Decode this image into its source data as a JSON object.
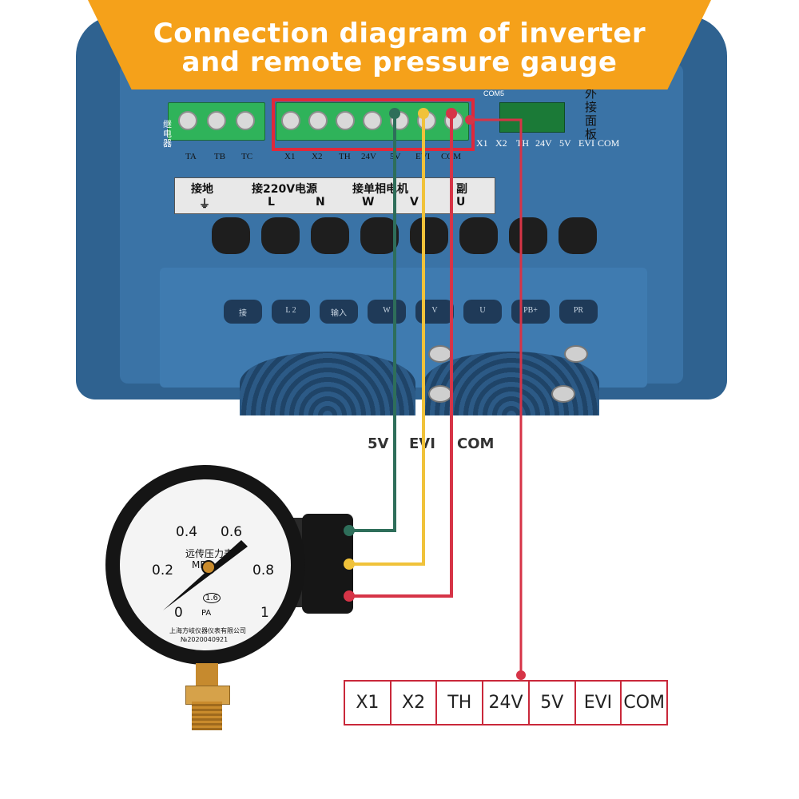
{
  "banner": {
    "line1": "Connection diagram of inverter",
    "line2": "and remote pressure gauge"
  },
  "inverter": {
    "terminal_labels": [
      "TA",
      "TB",
      "TC",
      "X1",
      "X2",
      "TH",
      "24V",
      "5V",
      "EVI",
      "COM"
    ],
    "pcb_side_labels": [
      "X1",
      "X2",
      "TH",
      "24V",
      "5V",
      "EVI",
      "COM"
    ],
    "pcb_vertical_text": "外接面板",
    "pcb_left_text": "继电器",
    "header_label": "COM5",
    "power_panel": {
      "ground": "接地",
      "power": "接220V电源",
      "motor": "接单相电机",
      "aux": "副",
      "letters": [
        "L",
        "N",
        "W",
        "V",
        "U"
      ]
    },
    "vent_labels": [
      "接",
      "L 2",
      "输入",
      "W",
      "V",
      "U",
      "PB+",
      "PR"
    ]
  },
  "wires": {
    "5V": {
      "label": "5V",
      "color": "#2e6e5a"
    },
    "EVI": {
      "label": "EVI",
      "color": "#f0c23a"
    },
    "COM": {
      "label": "COM",
      "color": "#d63447"
    },
    "ref": {
      "color": "#d63447"
    }
  },
  "gauge": {
    "scale": [
      "0",
      "0.2",
      "0.4",
      "0.6",
      "0.8",
      "1"
    ],
    "title": "远传压力表",
    "unit": "MPa",
    "class_mark": "1.6",
    "cert_mark": "PA",
    "maker": "上海方岐仪器仪表有限公司",
    "serial": "№2020040921"
  },
  "terminal_table": [
    "X1",
    "X2",
    "TH",
    "24V",
    "5V",
    "EVI",
    "COM"
  ]
}
